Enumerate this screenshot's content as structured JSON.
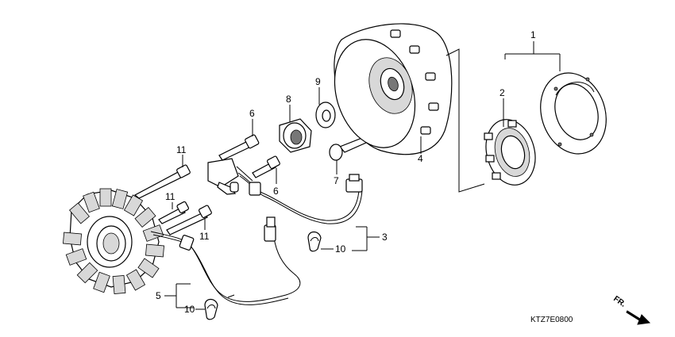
{
  "callouts": {
    "c1": "1",
    "c2": "2",
    "c3": "3",
    "c4": "4",
    "c5": "5",
    "c6a": "6",
    "c6b": "6",
    "c7": "7",
    "c8": "8",
    "c9": "9",
    "c10a": "10",
    "c10b": "10",
    "c11a": "11",
    "c11b": "11",
    "c11c": "11"
  },
  "diagram_code": "KTZ7E0800",
  "direction_label": "FR."
}
